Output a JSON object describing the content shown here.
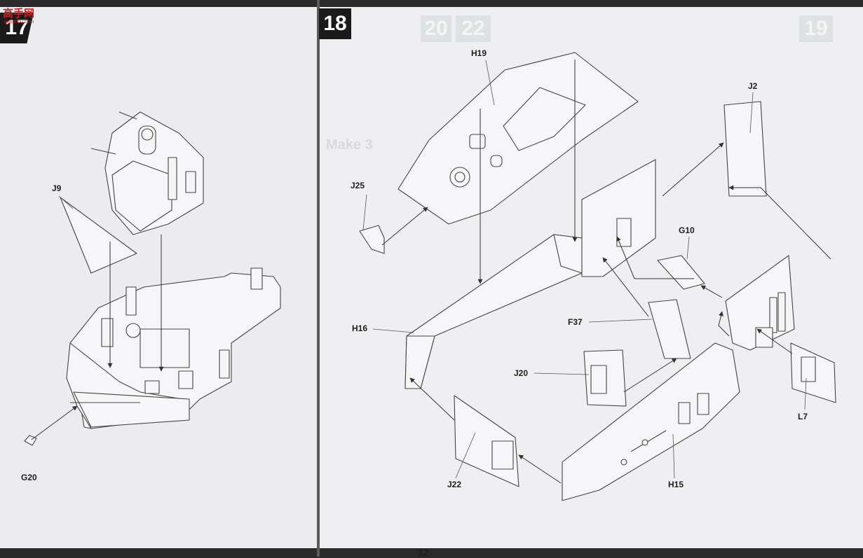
{
  "watermark": {
    "text": "高手网",
    "sub": "gaoshou.com"
  },
  "left_page": {
    "step": "17",
    "labels": {
      "j9": "J9",
      "g20": "G20"
    }
  },
  "right_page": {
    "step": "18",
    "faded_steps": [
      "20",
      "22",
      "19"
    ],
    "faded_text": "Make 3",
    "labels": {
      "h19": "H19",
      "j2": "J2",
      "j25": "J25",
      "g10": "G10",
      "h16": "H16",
      "f37": "F37",
      "j20": "J20",
      "l7": "L7",
      "j22": "J22",
      "h15": "H15"
    }
  },
  "page_number": "12",
  "colors": {
    "badge": "#1a1a1a",
    "paper": "#ececef",
    "ink": "#444444",
    "watermark": "#cc1e1e"
  }
}
